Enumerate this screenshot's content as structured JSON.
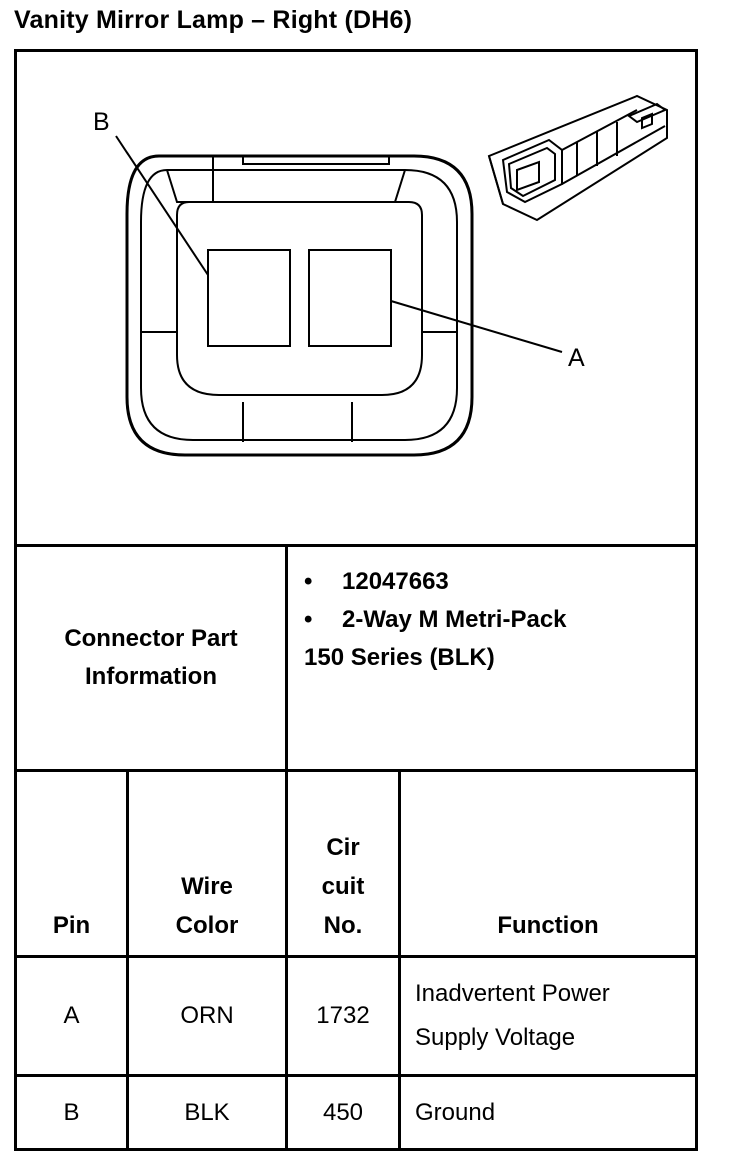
{
  "title": "Vanity Mirror Lamp – Right (DH6)",
  "diagram": {
    "pin_labels": [
      "B",
      "A"
    ]
  },
  "connector": {
    "label_line1": "Connector Part",
    "label_line2": "Information",
    "bullet": "•",
    "part_number": "12047663",
    "type_line1": "2-Way M Metri-Pack",
    "type_line2": "150 Series (BLK)"
  },
  "table": {
    "headers": {
      "pin": "Pin",
      "wire_color_1": "Wire",
      "wire_color_2": "Color",
      "circuit_1": "Cir",
      "circuit_2": "cuit",
      "circuit_3": "No.",
      "function": "Function"
    },
    "rows": [
      {
        "pin": "A",
        "wire_color": "ORN",
        "circuit": "1732",
        "function_1": "Inadvertent Power",
        "function_2": "Supply Voltage"
      },
      {
        "pin": "B",
        "wire_color": "BLK",
        "circuit": "450",
        "function_1": "Ground",
        "function_2": ""
      }
    ]
  }
}
